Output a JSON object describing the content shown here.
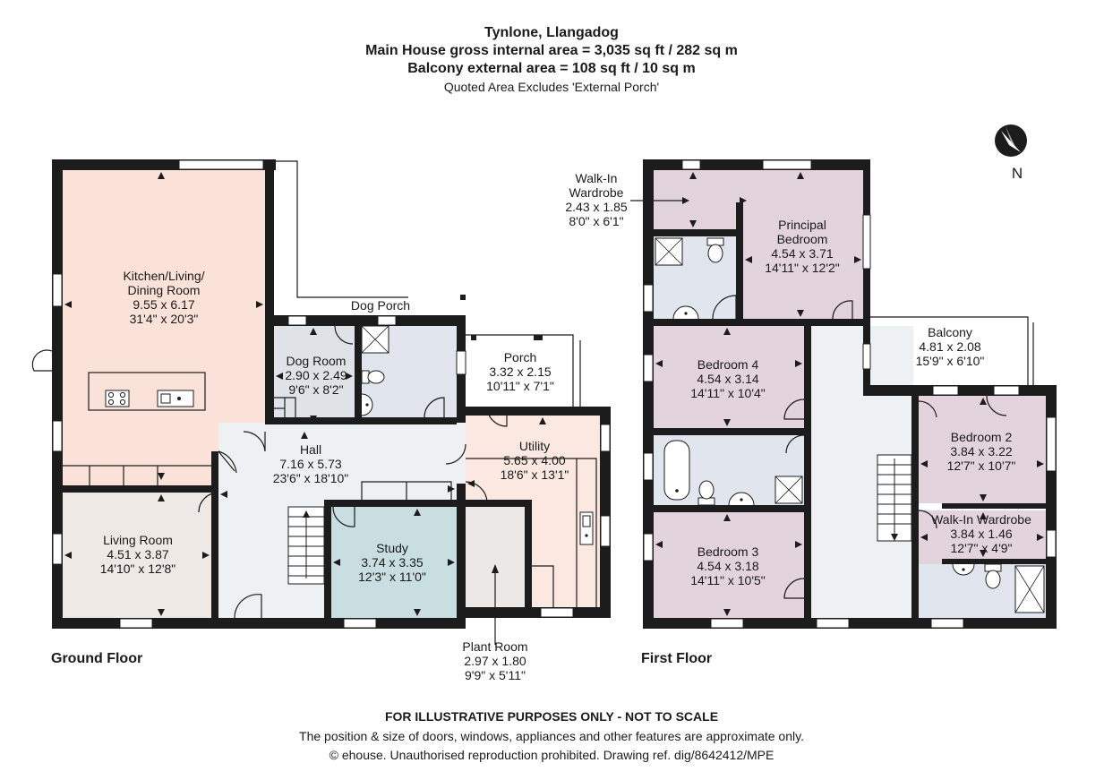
{
  "header": {
    "title": "Tynlone, Llangadog",
    "line1": "Main House gross internal area = 3,035 sq ft / 282 sq m",
    "line2": "Balcony external area = 108 sq ft / 10 sq m",
    "line3": "Quoted Area Excludes 'External Porch'"
  },
  "compass": {
    "label": "N",
    "icon": "north-arrow-icon"
  },
  "floors": {
    "ground": "Ground Floor",
    "first": "First Floor"
  },
  "rooms": {
    "kitchen": {
      "name1": "Kitchen/Living/",
      "name2": "Dining Room",
      "metric": "9.55 x 6.17",
      "imperial": "31'4\" x 20'3\""
    },
    "dog_porch": {
      "name": "Dog Porch"
    },
    "dog_room": {
      "name": "Dog Room",
      "metric": "2.90 x 2.49",
      "imperial": "9'6\" x 8'2\""
    },
    "porch": {
      "name": "Porch",
      "metric": "3.32 x 2.15",
      "imperial": "10'11\" x 7'1\""
    },
    "utility": {
      "name": "Utility",
      "metric": "5.65 x 4.00",
      "imperial": "18'6\" x 13'1\""
    },
    "hall": {
      "name": "Hall",
      "metric": "7.16 x 5.73",
      "imperial": "23'6\" x 18'10\""
    },
    "living": {
      "name": "Living Room",
      "metric": "4.51 x 3.87",
      "imperial": "14'10\" x 12'8\""
    },
    "study": {
      "name": "Study",
      "metric": "3.74 x 3.35",
      "imperial": "12'3\" x 11'0\""
    },
    "plant": {
      "name": "Plant Room",
      "metric": "2.97 x 1.80",
      "imperial": "9'9\" x 5'11\""
    },
    "wardrobe1": {
      "name1": "Walk-In",
      "name2": "Wardrobe",
      "metric": "2.43 x 1.85",
      "imperial": "8'0\" x 6'1\""
    },
    "principal": {
      "name1": "Principal",
      "name2": "Bedroom",
      "metric": "4.54 x 3.71",
      "imperial": "14'11\" x 12'2\""
    },
    "balcony": {
      "name": "Balcony",
      "metric": "4.81 x 2.08",
      "imperial": "15'9\" x 6'10\""
    },
    "bed4": {
      "name": "Bedroom 4",
      "metric": "4.54 x 3.14",
      "imperial": "14'11\" x 10'4\""
    },
    "bed2": {
      "name": "Bedroom 2",
      "metric": "3.84 x 3.22",
      "imperial": "12'7\" x 10'7\""
    },
    "wardrobe2": {
      "name": "Walk-In Wardrobe",
      "metric": "3.84 x 1.46",
      "imperial": "12'7\" x 4'9\""
    },
    "bed3": {
      "name": "Bedroom 3",
      "metric": "4.54 x 3.18",
      "imperial": "14'11\" x 10'5\""
    }
  },
  "footer": {
    "line1": "FOR ILLUSTRATIVE PURPOSES ONLY - NOT TO SCALE",
    "line2": "The position & size of doors, windows, appliances and other features are approximate only.",
    "line3": "© ehouse. Unauthorised reproduction prohibited. Drawing ref. dig/8642412/MPE"
  },
  "colors": {
    "wall": "#1c1c1c",
    "kitchen": "#fbe2d8",
    "living": "#eee9e4",
    "study": "#c8dee0",
    "wet": "#e1e6ee",
    "bedroom": "#e3d3dc",
    "hall": "#eef1f3",
    "utility": "#fbe8e1",
    "plant": "#ece8e5",
    "dog_room": "#dfe3e8"
  }
}
